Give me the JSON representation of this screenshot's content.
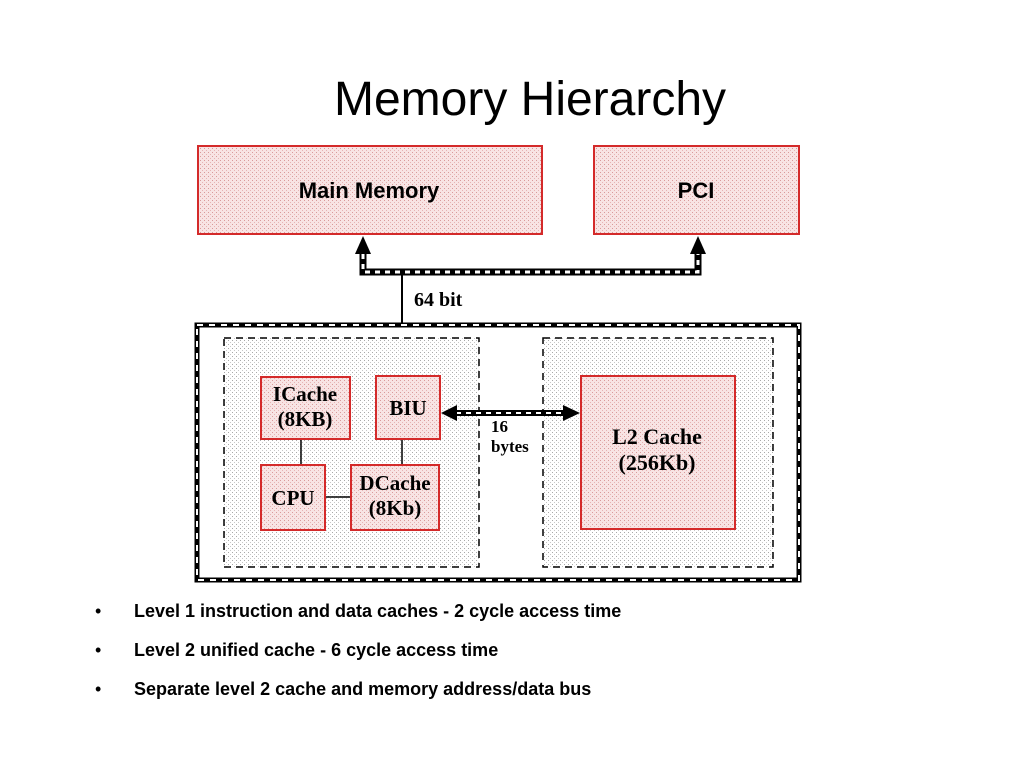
{
  "slide": {
    "title": "Memory Hierarchy"
  },
  "diagram": {
    "main_memory": "Main Memory",
    "pci": "PCI",
    "bus_64": "64 bit",
    "icache_l1": "ICache",
    "icache_l2": "(8KB)",
    "biu": "BIU",
    "cpu": "CPU",
    "dcache_l1": "DCache",
    "dcache_l2": "(8Kb)",
    "bus_16_l1": "16",
    "bus_16_l2": "bytes",
    "l2_l1": "L2 Cache",
    "l2_l2": "(256Kb)"
  },
  "bullets": [
    {
      "symbol": "•",
      "text": "Level 1 instruction and data caches - 2 cycle access time"
    },
    {
      "symbol": "•",
      "text": "Level 2 unified cache - 6 cycle access time"
    },
    {
      "symbol": "•",
      "text": "Separate level 2 cache and memory address/data bus"
    }
  ],
  "colors": {
    "box_border": "#d42a2a",
    "box_fill": "#f6dede",
    "dots": "#a9a9a9",
    "line": "#000000"
  }
}
